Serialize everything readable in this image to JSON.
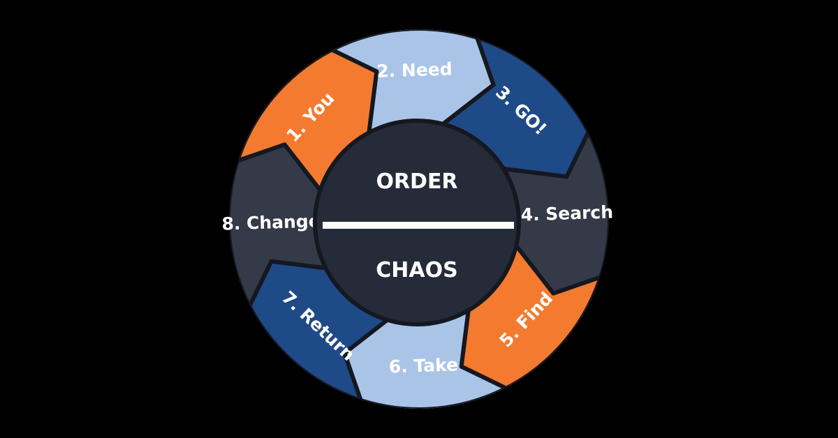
{
  "hub": {
    "top_label": "ORDER",
    "bottom_label": "CHAOS"
  },
  "segments": [
    {
      "label": "1. You",
      "color": "#f47a30"
    },
    {
      "label": "2. Need",
      "color": "#aac4e8"
    },
    {
      "label": "3. GO!",
      "color": "#1f4a88"
    },
    {
      "label": "4. Search",
      "color": "#343a48"
    },
    {
      "label": "5. Find",
      "color": "#f47a30"
    },
    {
      "label": "6. Take",
      "color": "#aac4e8"
    },
    {
      "label": "7. Return",
      "color": "#1f4a88"
    },
    {
      "label": "8. Change",
      "color": "#343a48"
    }
  ],
  "colors": {
    "background": "#000000",
    "hub_fill": "#252b38",
    "divider": "#ffffff",
    "segment_outline": "#15181f"
  }
}
